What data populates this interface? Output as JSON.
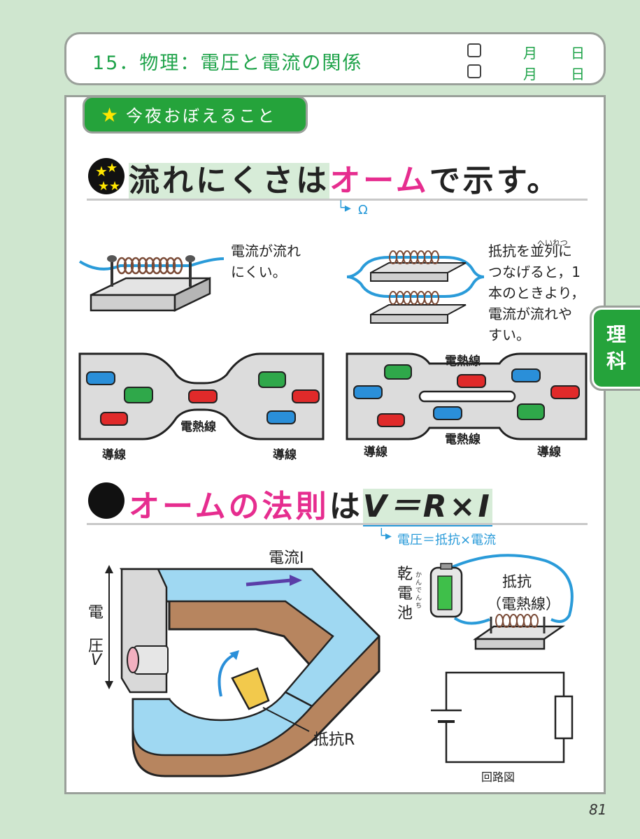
{
  "header": {
    "title": "15．物理：電圧と電流の関係",
    "month_label": "月",
    "day_label": "日"
  },
  "tag": {
    "text": "今夜おぼえること"
  },
  "section1": {
    "headline_prefix": "流れにくさは",
    "headline_pink": "オーム",
    "headline_suffix": "で示す。",
    "sub_note": "Ω",
    "note_left": [
      "電流が流れ",
      "にくい。"
    ],
    "note_right": [
      "抵抗を並列に",
      "つなげると，1",
      "本のときより，",
      "電流が流れや",
      "すい。"
    ],
    "ruby_heiretsu": "へいれつ",
    "road_left": {
      "wire": "電熱線",
      "lead_left": "導線",
      "lead_right": "導線"
    },
    "road_right": {
      "wire_top": "電熱線",
      "wire_bottom": "電熱線",
      "lead_left": "導線",
      "lead_right": "導線"
    }
  },
  "section2": {
    "headline_pink": "オームの法則",
    "headline_mid": "は",
    "headline_formula": "V＝R×I",
    "sub_note": "電圧＝抵抗×電流",
    "current_label": "電流I",
    "voltage_label_1": "電",
    "voltage_label_2": "圧",
    "voltage_label_3": "V",
    "resistance_label": "抵抗R",
    "battery_label": [
      "乾",
      "電",
      "池"
    ],
    "battery_ruby": "かんでんち",
    "resistor_label_1": "抵抗",
    "resistor_label_2": "（電熱線）",
    "circuit_label": "回路図"
  },
  "side_tab": {
    "text": "理科"
  },
  "page_number": "81",
  "colors": {
    "green": "#25a33b",
    "pink": "#e62d8f",
    "blue": "#2a9bd9",
    "highlight": "#d7ecd8"
  }
}
